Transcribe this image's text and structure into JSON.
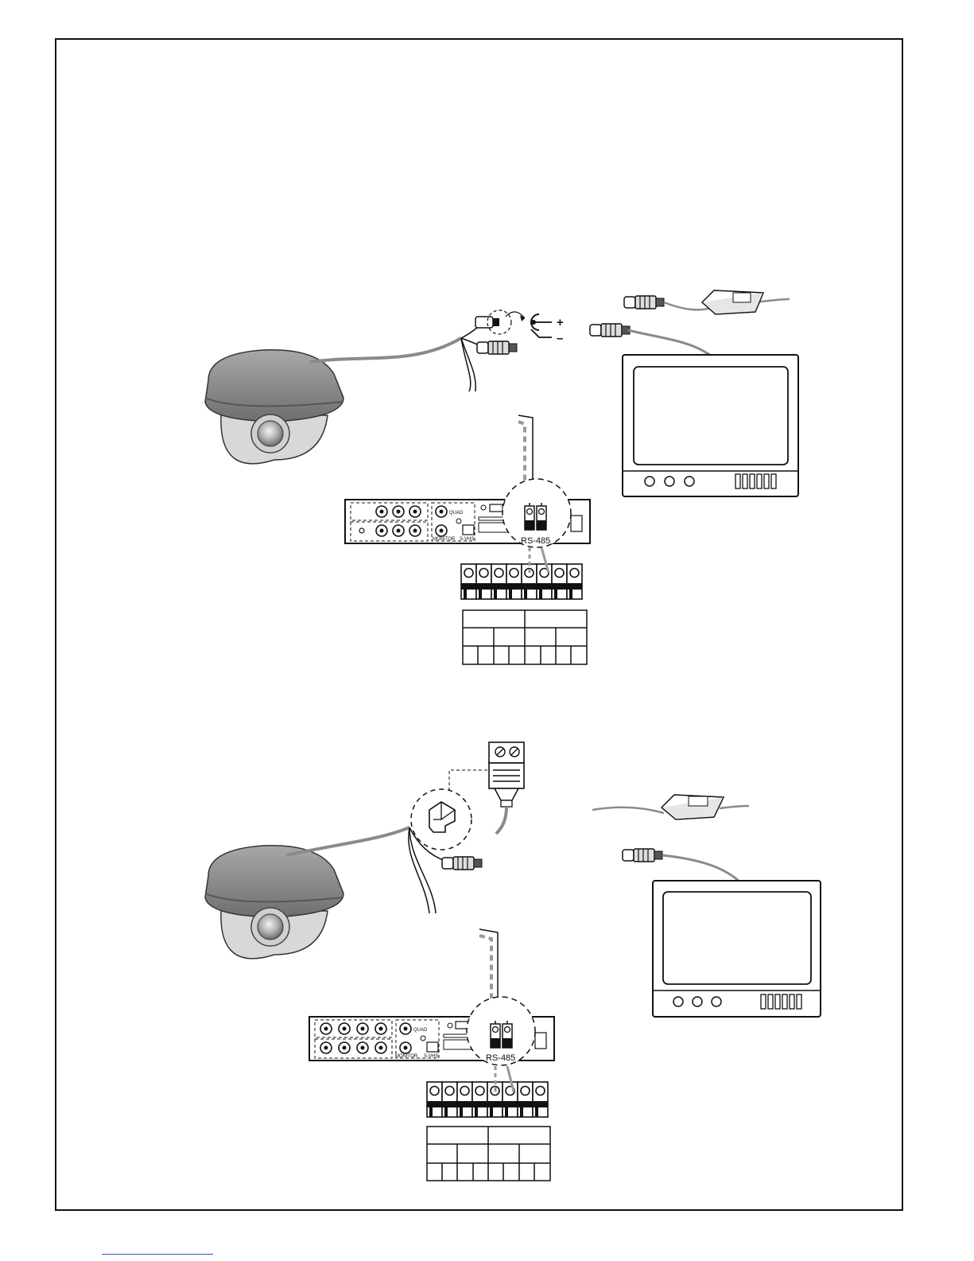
{
  "diagrams": [
    {
      "id": "top",
      "dvr": {
        "quad_label": "QUAD",
        "monitor_label": "MONITOR",
        "svhs_label": "S-VHS"
      },
      "terminal_label": "RS-485",
      "power_plus": "+",
      "power_minus": "–"
    },
    {
      "id": "bottom",
      "dvr": {
        "quad_label": "QUAD",
        "monitor_label": "MONITOR",
        "svhs_label": "S-VHS"
      },
      "terminal_label": "RS-485"
    }
  ],
  "colors": {
    "line": "#111111",
    "cable": "#8a8a8a",
    "dome": "#9a9a9a",
    "link": "#3a52c7"
  },
  "icons": [
    "dome-camera-icon",
    "monitor-icon",
    "dvr-icon",
    "power-adapter-icon",
    "bnc-connector-icon",
    "rj-connector-icon"
  ]
}
